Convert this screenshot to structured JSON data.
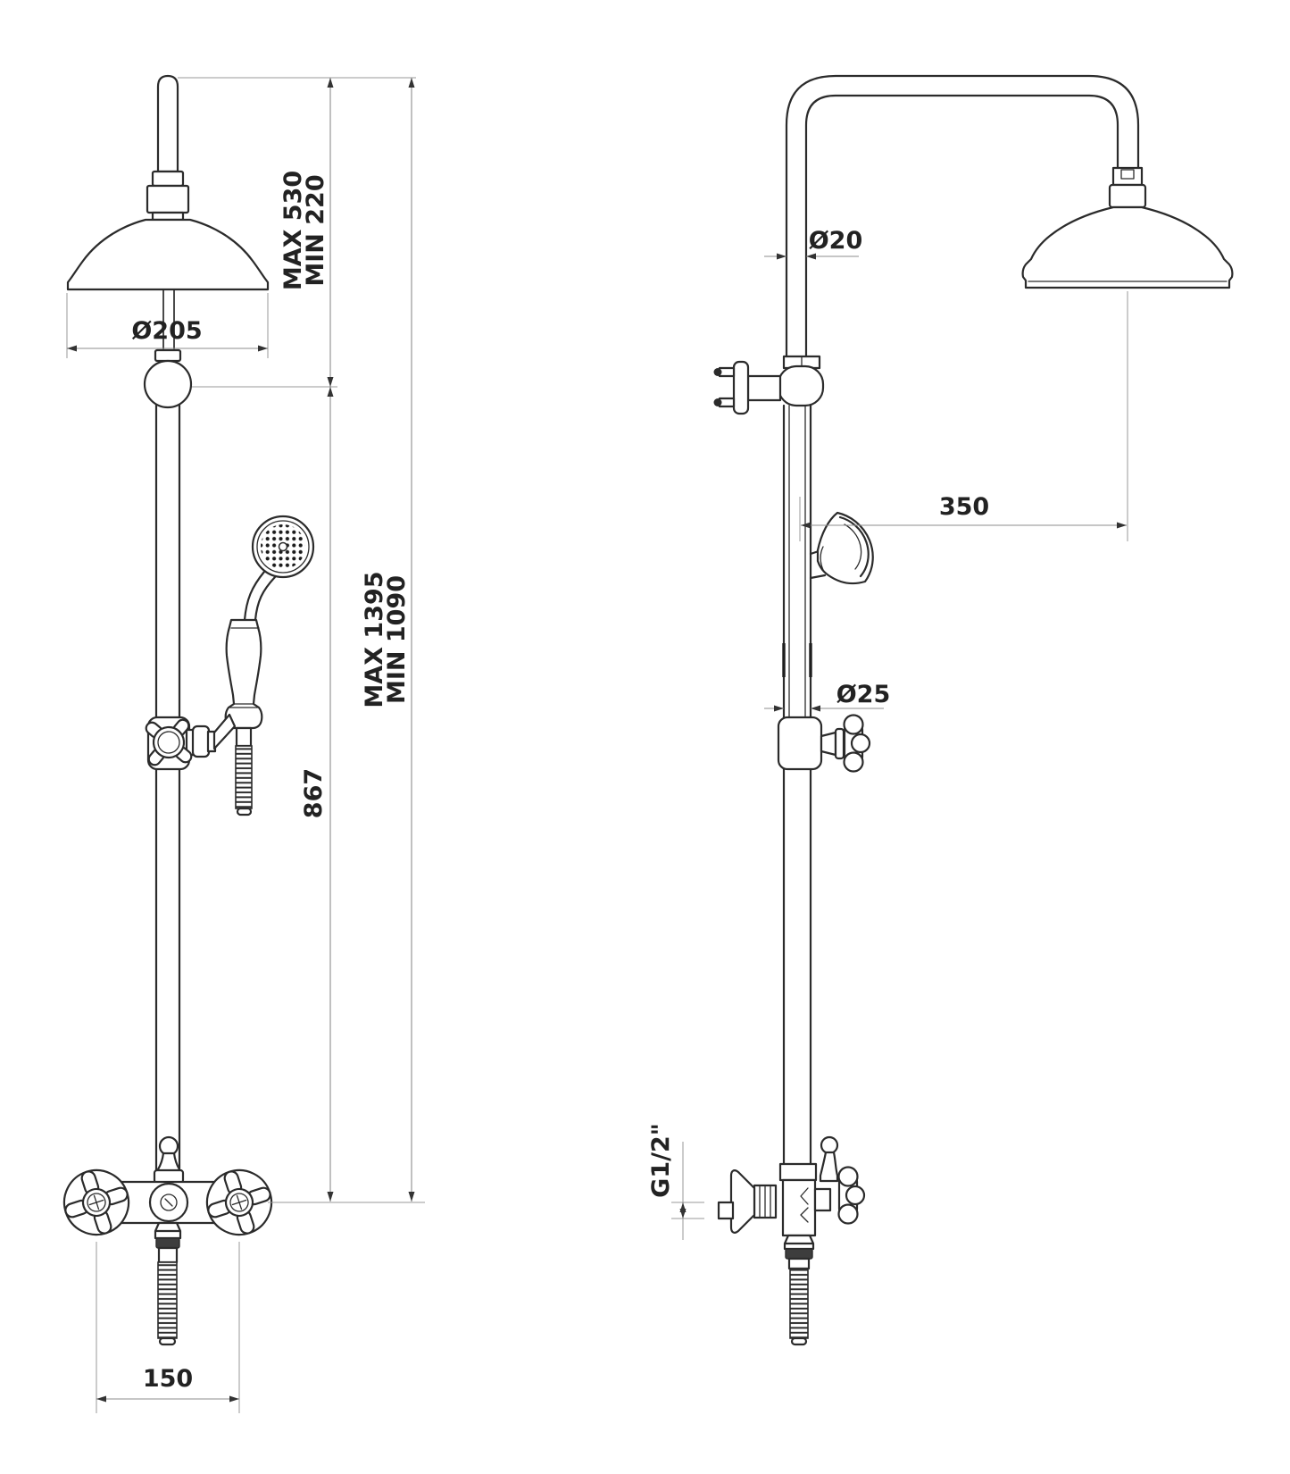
{
  "drawing": {
    "front_view": {
      "dim_head_diameter": "Ø205",
      "dim_upper_max": "MAX 530",
      "dim_upper_min": "MIN 220",
      "dim_mid_height": "867",
      "dim_total_max": "MAX 1395",
      "dim_total_min": "MIN 1090",
      "dim_valve_width": "150"
    },
    "side_view": {
      "dim_pipe_diameter": "Ø20",
      "dim_head_offset": "350",
      "dim_column_diameter": "Ø25",
      "dim_inlet_thread": "G1/2\""
    },
    "colors": {
      "line": "#2b2b2b",
      "dimension": "#8c8c8c",
      "background": "#ffffff"
    }
  }
}
